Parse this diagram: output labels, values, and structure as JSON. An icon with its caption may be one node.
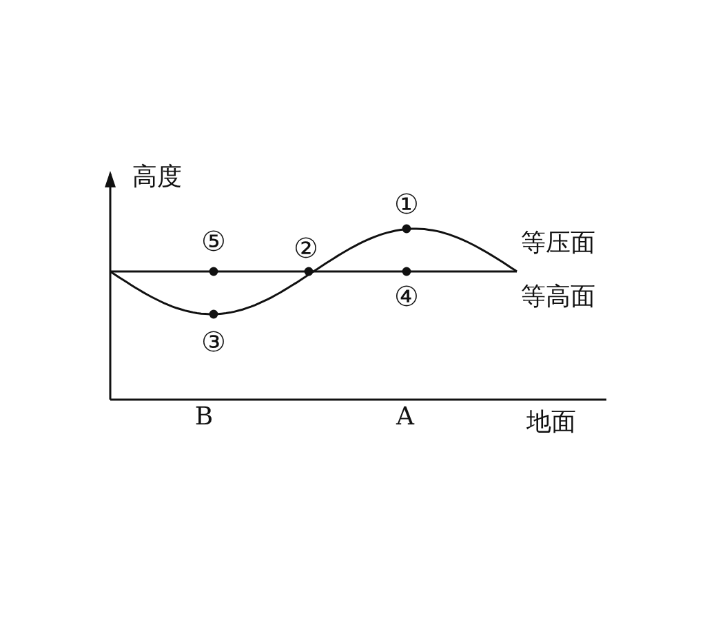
{
  "diagram": {
    "labels": [
      "高度",
      "①",
      "⑤",
      "②",
      "等压面",
      "④",
      "等高面",
      "③",
      "B",
      "A",
      "地面"
    ]
  }
}
